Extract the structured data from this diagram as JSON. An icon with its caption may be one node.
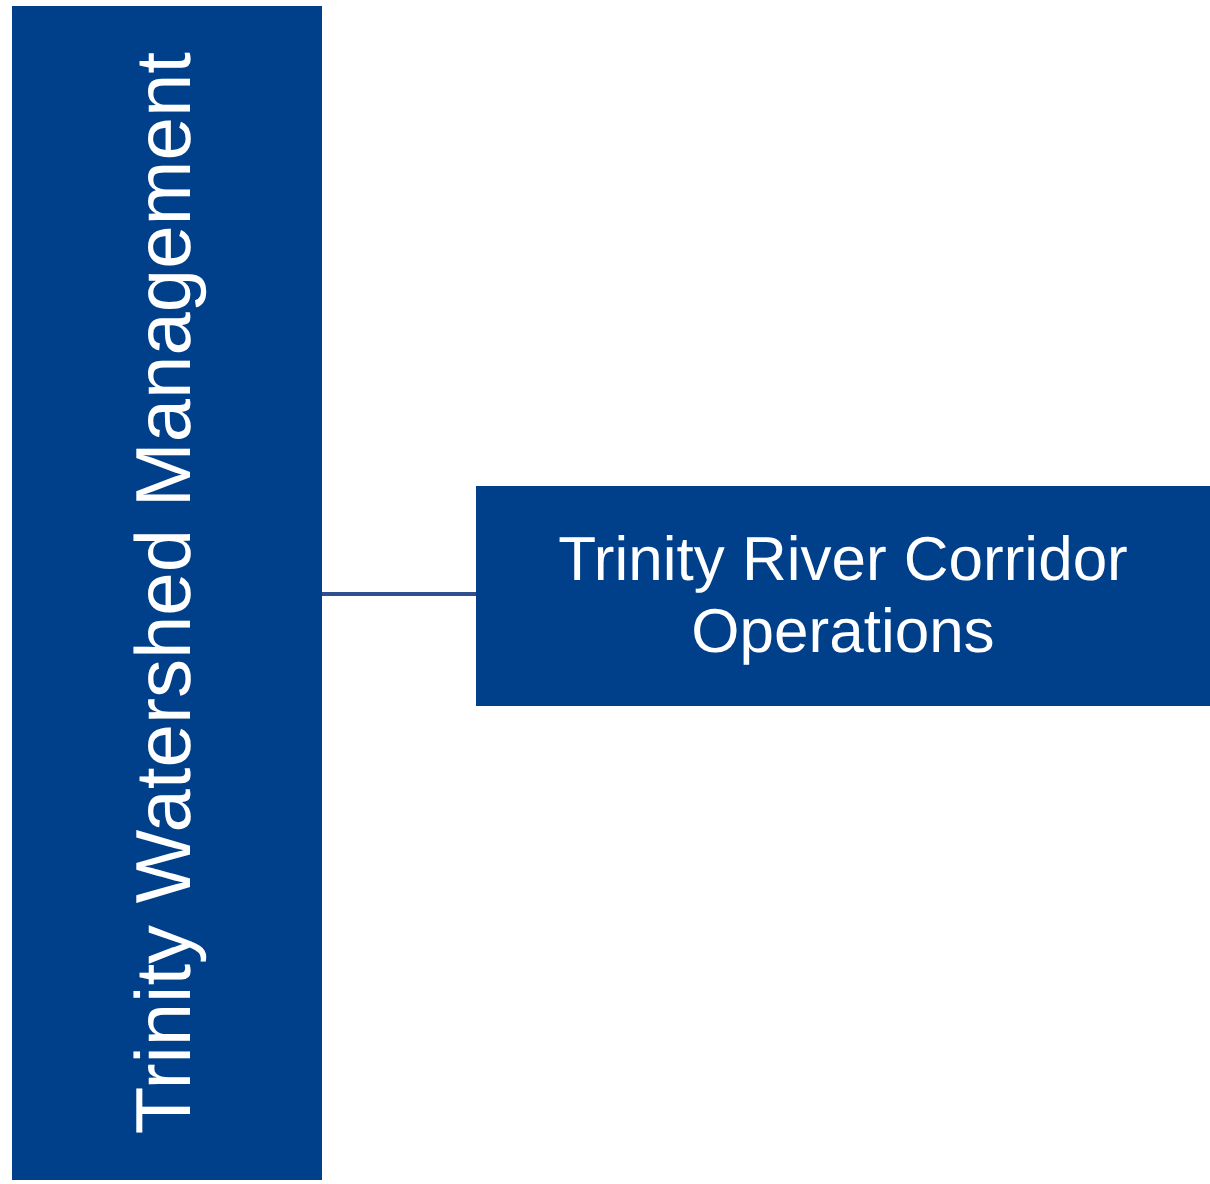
{
  "diagram": {
    "nodes": [
      {
        "text": [
          "Trinity Watershed Management"
        ]
      },
      {
        "text": [
          "Trinity River Corridor Operations"
        ]
      }
    ],
    "edges": [
      {
        "from": 0,
        "to": 1,
        "arrow": "none"
      }
    ]
  }
}
